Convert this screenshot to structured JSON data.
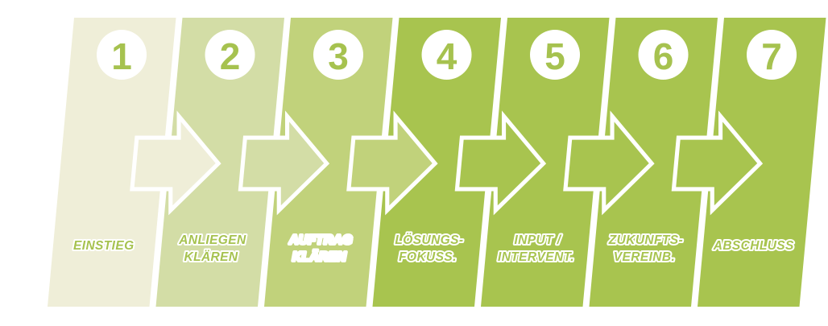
{
  "diagram": {
    "title": "Sieben-Phasen Prozessdiagramm",
    "type": "process-flow",
    "orientation": "horizontal",
    "step_count": 7,
    "skew_degrees": -5,
    "background_color": "#ffffff",
    "seam_color": "#ffffff",
    "circle_fill": "#ffffff",
    "arrow_outline_color": "#ffffff",
    "steps": [
      {
        "number": "1",
        "label_lines": [
          "EINSTIEG"
        ],
        "fill": "#efeed8",
        "number_color": "#a6c24f",
        "label_fill": "#a6c24f",
        "has_arrow_before": false
      },
      {
        "number": "2",
        "label_lines": [
          "ANLIEGEN",
          "KLÄREN"
        ],
        "fill": "#d3dda6",
        "number_color": "#a6c24f",
        "label_fill": "#a6c24f",
        "has_arrow_before": true
      },
      {
        "number": "3",
        "label_lines": [
          "AUFTRAG",
          "KLÄREN"
        ],
        "fill": "#c1d27b",
        "number_color": "#a6c24f",
        "label_fill": "#ffffff",
        "has_arrow_before": true
      },
      {
        "number": "4",
        "label_lines": [
          "LÖSUNGS-",
          "FOKUSS."
        ],
        "fill": "#a8c44f",
        "number_color": "#a6c24f",
        "label_fill": "#a8c44f",
        "has_arrow_before": true
      },
      {
        "number": "5",
        "label_lines": [
          "INPUT /",
          "INTERVENT."
        ],
        "fill": "#a8c44f",
        "number_color": "#a6c24f",
        "label_fill": "#a8c44f",
        "has_arrow_before": true
      },
      {
        "number": "6",
        "label_lines": [
          "ZUKUNFTS-",
          "VEREINB."
        ],
        "fill": "#a8c44f",
        "number_color": "#a6c24f",
        "label_fill": "#a8c44f",
        "has_arrow_before": true
      },
      {
        "number": "7",
        "label_lines": [
          "ABSCHLUSS"
        ],
        "fill": "#a8c44f",
        "number_color": "#a6c24f",
        "label_fill": "#a8c44f",
        "has_arrow_before": true
      }
    ]
  }
}
